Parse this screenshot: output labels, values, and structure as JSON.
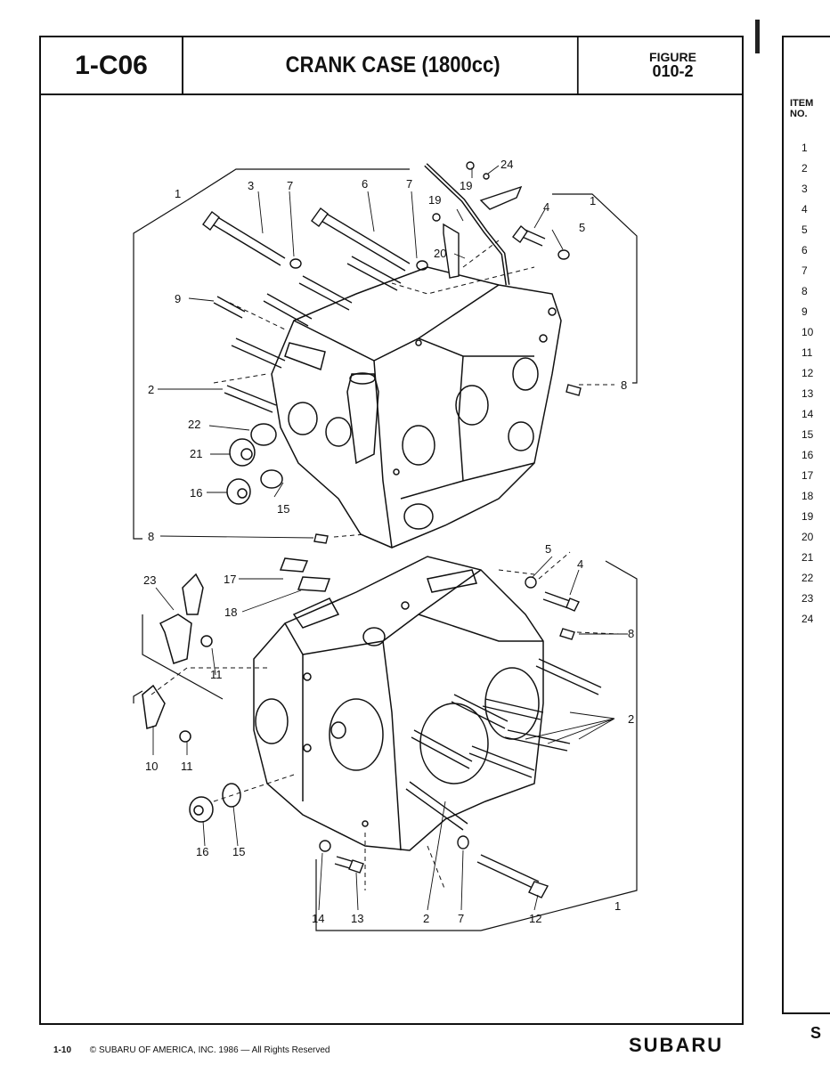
{
  "header": {
    "code": "1-C06",
    "title": "CRANK CASE (1800cc)",
    "figure_label": "FIGURE",
    "figure_number": "010-2"
  },
  "callouts": {
    "c1a": "1",
    "c3": "3",
    "c7a": "7",
    "c6": "6",
    "c7b": "7",
    "c19a": "19",
    "c24": "24",
    "c19b": "19",
    "c20": "20",
    "c4a": "4",
    "c5a": "5",
    "c1b": "1",
    "c9": "9",
    "c8a": "8",
    "c2a": "2",
    "c22": "22",
    "c21": "21",
    "c16a": "16",
    "c15a": "15",
    "c8b": "8",
    "c17": "17",
    "c18": "18",
    "c23": "23",
    "c11a": "11",
    "c5b": "5",
    "c4b": "4",
    "c8c": "8",
    "c2b": "2",
    "c10": "10",
    "c11b": "11",
    "c16b": "16",
    "c15b": "15",
    "c14": "14",
    "c13": "13",
    "c2c": "2",
    "c7c": "7",
    "c12": "12",
    "c1c": "1"
  },
  "right_page": {
    "header_line1": "ITEM",
    "header_line2": "NO.",
    "items": [
      "1",
      "2",
      "3",
      "4",
      "5",
      "6",
      "7",
      "8",
      "9",
      "10",
      "11",
      "12",
      "13",
      "14",
      "15",
      "16",
      "17",
      "18",
      "19",
      "20",
      "21",
      "22",
      "23",
      "24"
    ],
    "brand_fragment": "S"
  },
  "footer": {
    "page": "1-10",
    "copyright": "© SUBARU OF AMERICA, INC. 1986 — All Rights Reserved",
    "brand": "SUBARU"
  }
}
